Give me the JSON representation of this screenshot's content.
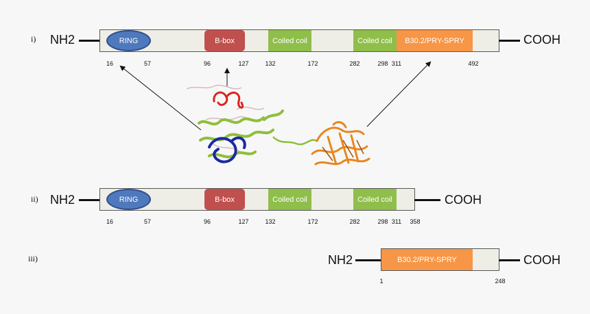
{
  "rows": [
    {
      "label": "i)",
      "n_term": "NH2",
      "c_term": "COOH",
      "domains": {
        "ring": "RING",
        "bbox": "B-box",
        "coil1": "Coiled coil",
        "coil2": "Coiled coil",
        "spry": "B30.2/PRY-SPRY"
      },
      "ticks": [
        "16",
        "57",
        "96",
        "127",
        "132",
        "172",
        "282",
        "298",
        "311",
        "492"
      ]
    },
    {
      "label": "ii)",
      "n_term": "NH2",
      "c_term": "COOH",
      "domains": {
        "ring": "RING",
        "bbox": "B-box",
        "coil1": "Coiled coil",
        "coil2": "Coiled coil"
      },
      "ticks": [
        "16",
        "57",
        "96",
        "127",
        "132",
        "172",
        "282",
        "298",
        "311",
        "358"
      ]
    },
    {
      "label": "iii)",
      "n_term": "NH2",
      "c_term": "COOH",
      "domains": {
        "spry": "B30.2/PRY-SPRY"
      },
      "ticks": [
        "1",
        "248"
      ]
    }
  ],
  "colors": {
    "ring": "#4f79bd",
    "bbox": "#c0504d",
    "coiled_coil": "#8fbe4a",
    "spry": "#f79646",
    "bar": "#efeee6"
  },
  "structure_image": "protein-3d-ribbon-structure"
}
